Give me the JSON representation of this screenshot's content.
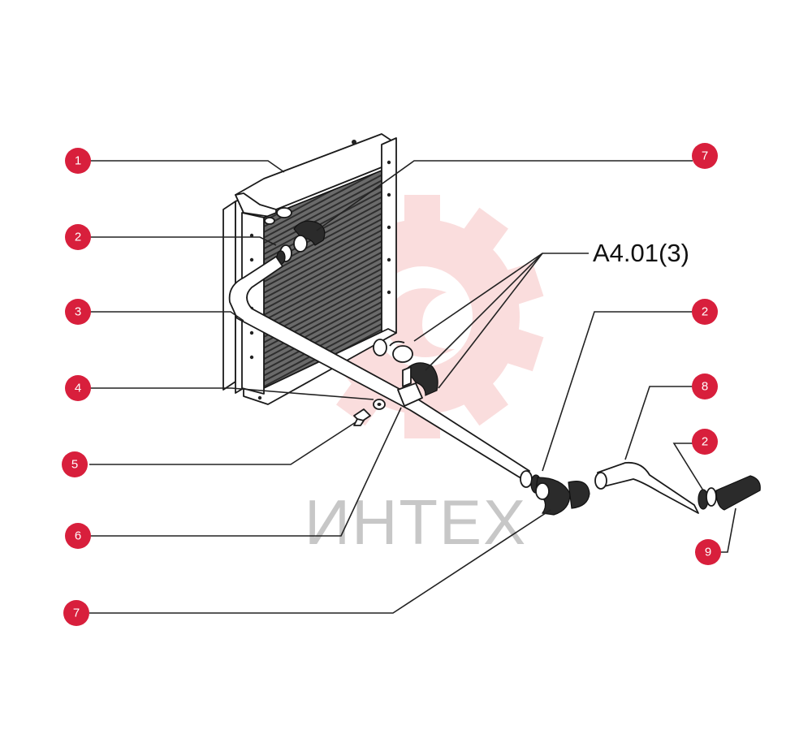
{
  "diagram": {
    "reference_label": "A4.01(3)",
    "watermark_text": "ИНТЕХ",
    "accent_color": "#d81f3c",
    "watermark_color": "#f2a7a7",
    "callouts": [
      {
        "id": "c1",
        "number": "1"
      },
      {
        "id": "c2a",
        "number": "2"
      },
      {
        "id": "c3",
        "number": "3"
      },
      {
        "id": "c4",
        "number": "4"
      },
      {
        "id": "c5",
        "number": "5"
      },
      {
        "id": "c6",
        "number": "6"
      },
      {
        "id": "c7a",
        "number": "7"
      },
      {
        "id": "c7b",
        "number": "7"
      },
      {
        "id": "c2b",
        "number": "2"
      },
      {
        "id": "c8",
        "number": "8"
      },
      {
        "id": "c2c",
        "number": "2"
      },
      {
        "id": "c9",
        "number": "9"
      }
    ]
  }
}
